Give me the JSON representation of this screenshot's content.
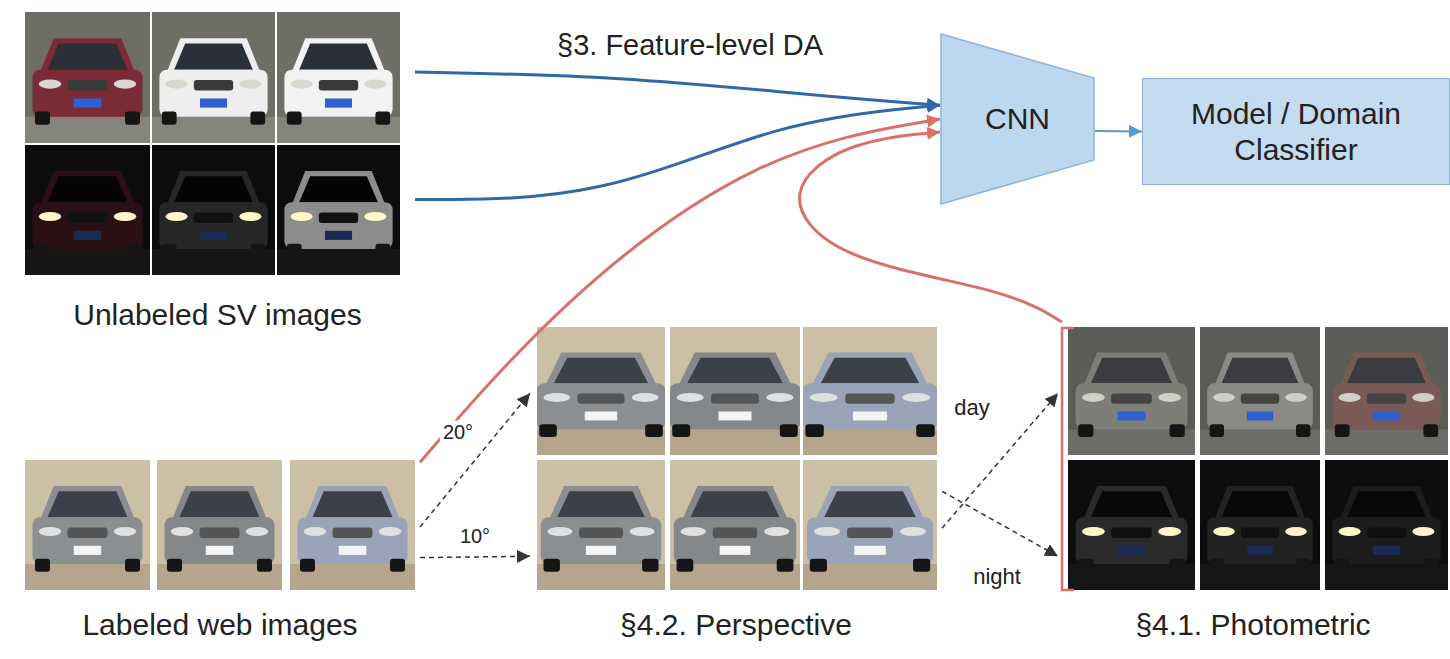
{
  "diagram": {
    "nodes": [
      {
        "text": [
          "Unlabeled SV images"
        ]
      },
      {
        "text": [
          "Labeled web images"
        ]
      },
      {
        "text": [
          "§4.2. Perspective"
        ]
      },
      {
        "text": [
          "§4.1. Photometric"
        ]
      },
      {
        "text": [
          "CNN"
        ]
      },
      {
        "text": [
          "Model / Domain Classifier"
        ]
      }
    ],
    "edges": [
      {
        "from": 0,
        "to": 4,
        "arrow": "to"
      },
      {
        "from": 0,
        "to": 4,
        "arrow": "to"
      },
      {
        "from": 1,
        "to": 4,
        "arrow": "to"
      },
      {
        "from": 3,
        "to": 4,
        "arrow": "to"
      },
      {
        "from": 1,
        "to": 2,
        "label": "20°",
        "arrow": "to"
      },
      {
        "from": 1,
        "to": 2,
        "label": "10°",
        "arrow": "to"
      },
      {
        "from": 2,
        "to": 3,
        "label": "day",
        "arrow": "to"
      },
      {
        "from": 2,
        "to": 3,
        "label": "night",
        "arrow": "to"
      },
      {
        "from": 4,
        "to": 5,
        "arrow": "to"
      }
    ],
    "labels": [
      "§3. Feature-level DA"
    ]
  }
}
